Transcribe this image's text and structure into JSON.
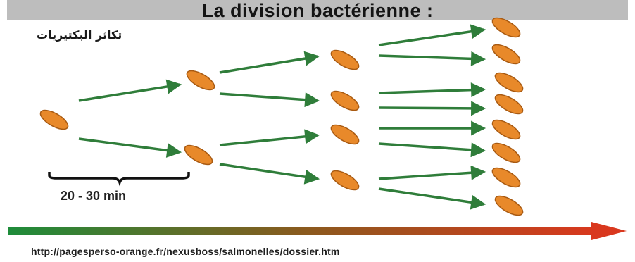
{
  "title": "La division bactérienne :",
  "subtitle_arabic": "تكاثر البكتيريات",
  "duration_label": "20 - 30 min",
  "source_url": "http://pagesperso-orange.fr/nexusboss/salmonelles/dossier.htm",
  "colors": {
    "bacterium_fill": "#e8892a",
    "bacterium_stroke": "#a85a12",
    "arrow": "#2f7d3a",
    "timeline_start": "#1e8c3a",
    "timeline_mid": "#8a5a1e",
    "timeline_end": "#d9381e",
    "title_bar": "#bdbdbd"
  },
  "generations": [
    {
      "generation": 1,
      "bacteria_count": 1
    },
    {
      "generation": 2,
      "bacteria_count": 2
    },
    {
      "generation": 3,
      "bacteria_count": 4
    },
    {
      "generation": 4,
      "bacteria_count": 8
    }
  ]
}
